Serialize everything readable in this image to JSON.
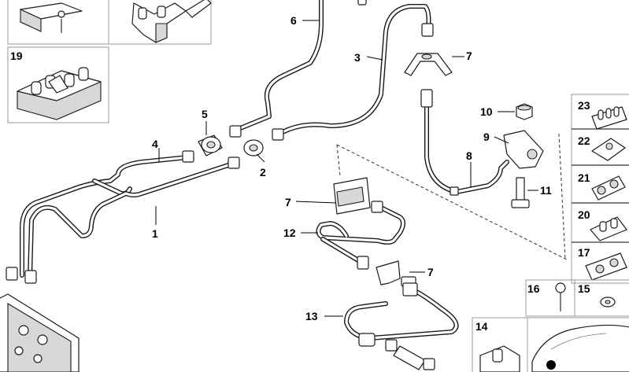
{
  "diagram": {
    "callouts": {
      "c1": "1",
      "c2": "2",
      "c3": "3",
      "c4": "4",
      "c5": "5",
      "c6": "6",
      "c7a": "7",
      "c7b": "7",
      "c7c": "7",
      "c8": "8",
      "c9": "9",
      "c10": "10",
      "c11": "11",
      "c12": "12",
      "c13": "13",
      "c14": "14",
      "c15": "15",
      "c16": "16",
      "c17": "17",
      "c19": "19",
      "c20": "20",
      "c21": "21",
      "c22": "22",
      "c23": "23"
    }
  }
}
